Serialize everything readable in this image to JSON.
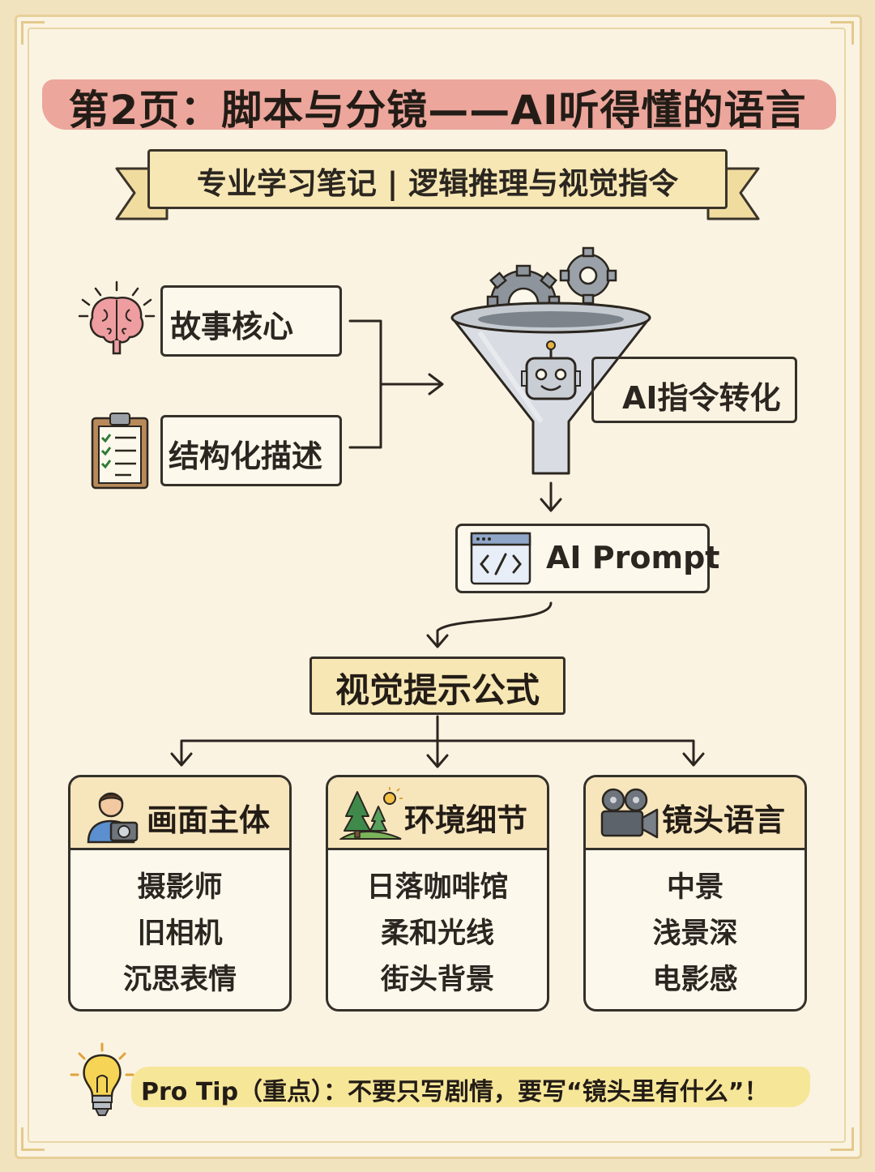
{
  "title": "第2页：脚本与分镜——AI听得懂的语言",
  "subtitle": "专业学习笔记 | 逻辑推理与视觉指令",
  "inputs": {
    "story_core": "故事核心",
    "structured_desc": "结构化描述"
  },
  "funnel": {
    "label": "AI指令转化"
  },
  "prompt": {
    "label": "AI Prompt"
  },
  "formula": {
    "label": "视觉提示公式"
  },
  "cards": [
    {
      "title": "画面主体",
      "icon": "photographer-icon",
      "items": [
        "摄影师",
        "旧相机",
        "沉思表情"
      ]
    },
    {
      "title": "环境细节",
      "icon": "landscape-icon",
      "items": [
        "日落咖啡馆",
        "柔和光线",
        "街头背景"
      ]
    },
    {
      "title": "镜头语言",
      "icon": "movie-camera-icon",
      "items": [
        "中景",
        "浅景深",
        "电影感"
      ]
    }
  ],
  "tip": {
    "text": "Pro Tip（重点）：不要只写剧情，要写“镜头里有什么”！"
  },
  "colors": {
    "background": "#fbf3e1",
    "title_highlight": "#ea9d95",
    "ribbon": "#f7e7b4",
    "tip_highlight": "#f5e593",
    "stroke": "#34302a"
  }
}
